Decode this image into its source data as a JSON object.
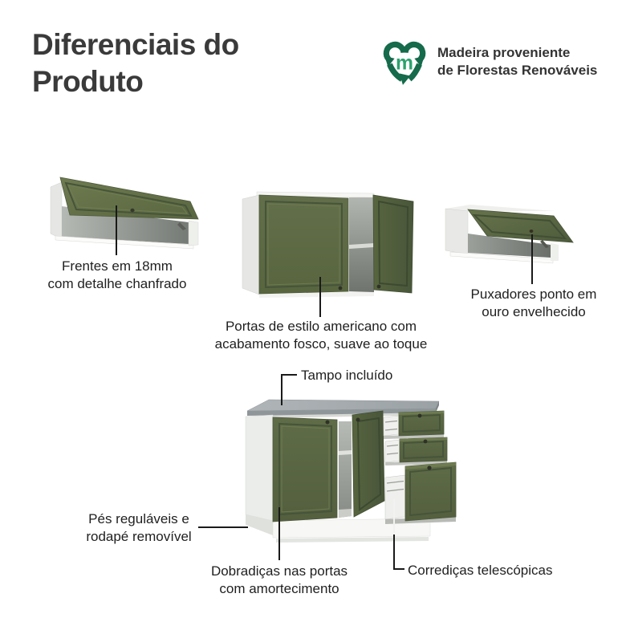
{
  "header": {
    "title_line1": "Diferenciais do",
    "title_line2": "Produto",
    "badge": {
      "icon": "recycle-heart-icon",
      "icon_letter": "m",
      "line1": "Madeira proveniente",
      "line2": "de Florestas Renováveis"
    }
  },
  "features": {
    "frentes": {
      "line1": "Frentes em 18mm",
      "line2": "com detalhe chanfrado"
    },
    "portas": {
      "line1": "Portas de estilo americano com",
      "line2": "acabamento fosco, suave ao toque"
    },
    "puxadores": {
      "line1": "Puxadores ponto em",
      "line2": "ouro envelhecido"
    },
    "tampo": {
      "line1": "Tampo incluído"
    },
    "pes": {
      "line1": "Pés reguláveis e",
      "line2": "rodapé removível"
    },
    "dobradicas": {
      "line1": "Dobradiças nas portas",
      "line2": "com amortecimento"
    },
    "corredicas": {
      "line1": "Corrediças telescópicas"
    }
  },
  "colors": {
    "door_green": "#606c48",
    "door_green_light": "#6e7b50",
    "door_green_dark": "#4e5a3a",
    "door_frame": "#47543a",
    "counter_gray": "#a4aaae",
    "carcass_white": "#f4f5f2",
    "logo_green_dark": "#156b4b",
    "logo_green_light": "#2ba26d",
    "title_text": "#3a3a3a",
    "label_text": "#1f1f1f",
    "pointer_line": "#1a1a1a"
  }
}
